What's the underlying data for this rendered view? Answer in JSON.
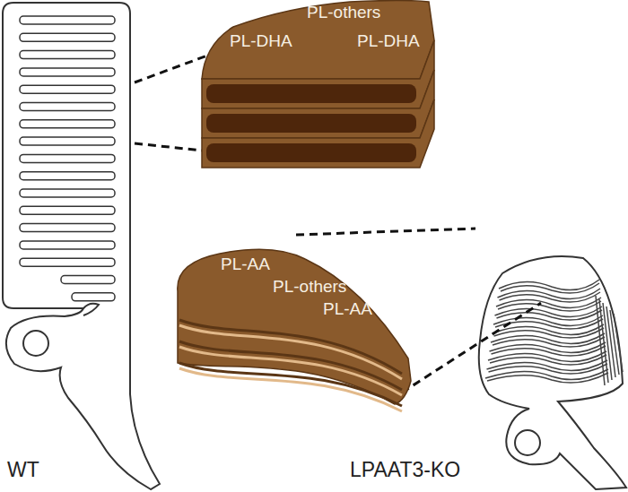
{
  "diagram": {
    "nodes": [
      {
        "text": [
          "PL-others",
          "PL-DHA",
          "PL-DHA"
        ]
      },
      {
        "text": [
          "PL-AA",
          "PL-others",
          "PL-AA"
        ]
      }
    ],
    "labels": [
      "WT",
      "LPAAT3-KO"
    ]
  }
}
